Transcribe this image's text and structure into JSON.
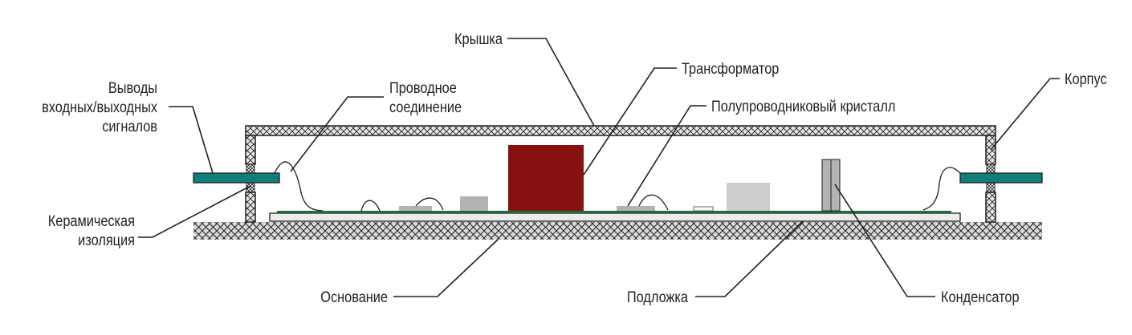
{
  "labels": {
    "lid": "Крышка",
    "transformer": "Трансформатор",
    "housing": "Корпус",
    "bond_wire_line1": "Проводное",
    "bond_wire_line2": "соединение",
    "semiconductor_die": "Полупроводниковый кристалл",
    "io_leads_line1": "Выводы",
    "io_leads_line2": "входных/выходных",
    "io_leads_line3": "сигналов",
    "ceramic_insulation_line1": "Керамическая",
    "ceramic_insulation_line2": "изоляция",
    "base": "Основание",
    "substrate": "Подложка",
    "capacitor": "Конденсатор"
  },
  "colors": {
    "lead_teal": "#107f7a",
    "transformer_red": "#86120f",
    "substrate_green": "#1d6b3e",
    "component_gray": "#b3b3b3",
    "component_light_gray": "#cfcfcf",
    "hatch_line": "#231f20",
    "base_fill": "#d9d9d9"
  }
}
